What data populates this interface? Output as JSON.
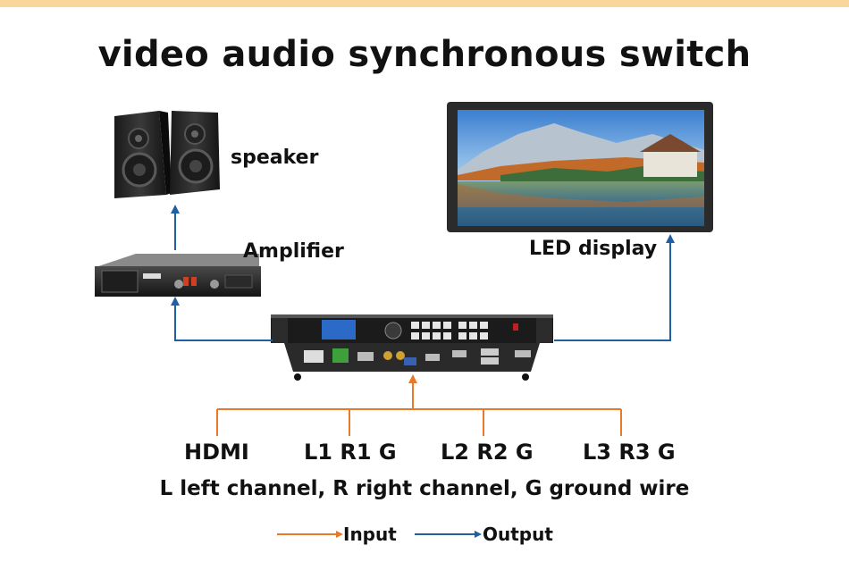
{
  "title": "video audio synchronous switch",
  "devices": {
    "speaker_label": "speaker",
    "amplifier_label": "Amplifier",
    "led_label": "LED display"
  },
  "inputs": [
    "HDMI",
    "L1 R1 G",
    "L2 R2 G",
    "L3 R3 G"
  ],
  "note": "L left channel, R right channel, G ground wire",
  "legend": {
    "input_label": "Input",
    "output_label": "Output",
    "input_color": "#e8782a",
    "output_color": "#1f5fa3"
  }
}
